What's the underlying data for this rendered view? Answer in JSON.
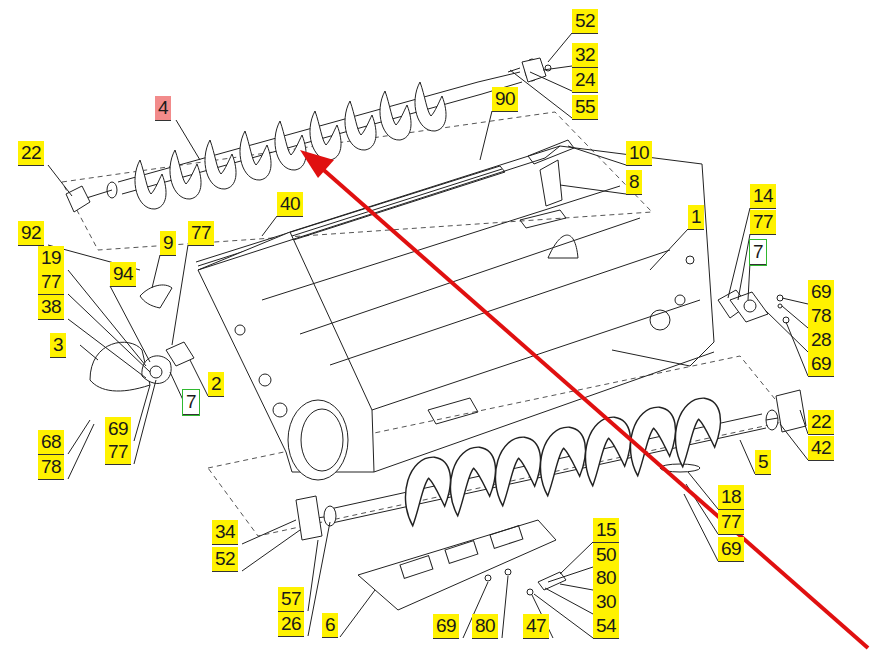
{
  "diagram": {
    "labels": [
      "52",
      "32",
      "24",
      "55",
      "4",
      "90",
      "22",
      "10",
      "8",
      "40",
      "1",
      "14",
      "92",
      "77",
      "9",
      "77",
      "7",
      "19",
      "94",
      "77",
      "38",
      "69",
      "78",
      "28",
      "69",
      "3",
      "2",
      "7",
      "69",
      "77",
      "68",
      "78",
      "22",
      "42",
      "5",
      "18",
      "77",
      "69",
      "34",
      "52",
      "15",
      "50",
      "80",
      "30",
      "54",
      "57",
      "26",
      "6",
      "69",
      "80",
      "47"
    ]
  }
}
